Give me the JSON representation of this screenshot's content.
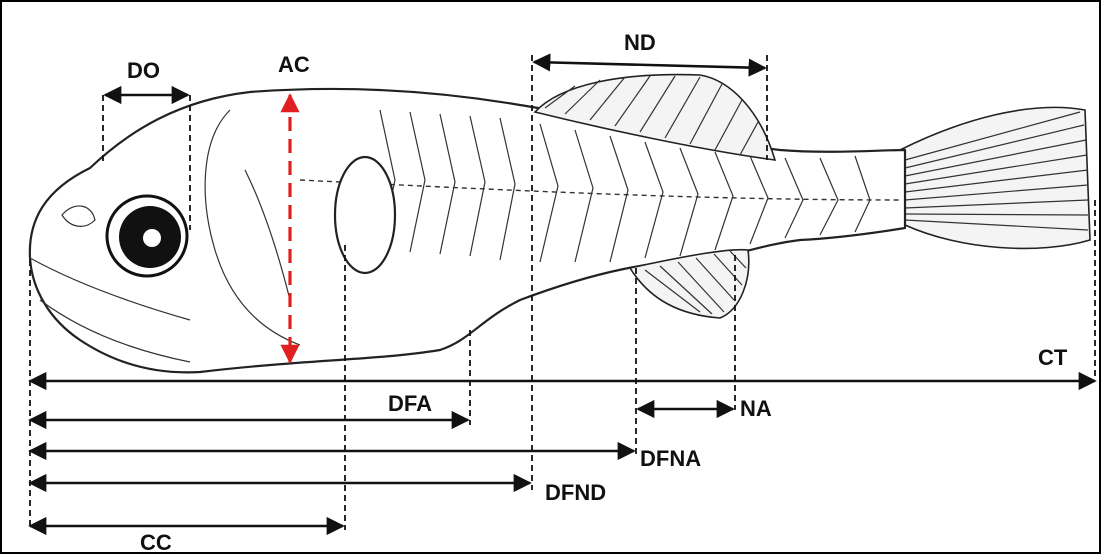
{
  "figure": {
    "labels": {
      "DO": "DO",
      "AC": "AC",
      "ND": "ND",
      "CT": "CT",
      "DFA": "DFA",
      "NA": "NA",
      "DFNA": "DFNA",
      "DFND": "DFND",
      "CC": "CC"
    },
    "colors": {
      "line": "#111111",
      "accent": "#e02020",
      "frame": "#000000",
      "background": "#ffffff"
    }
  }
}
